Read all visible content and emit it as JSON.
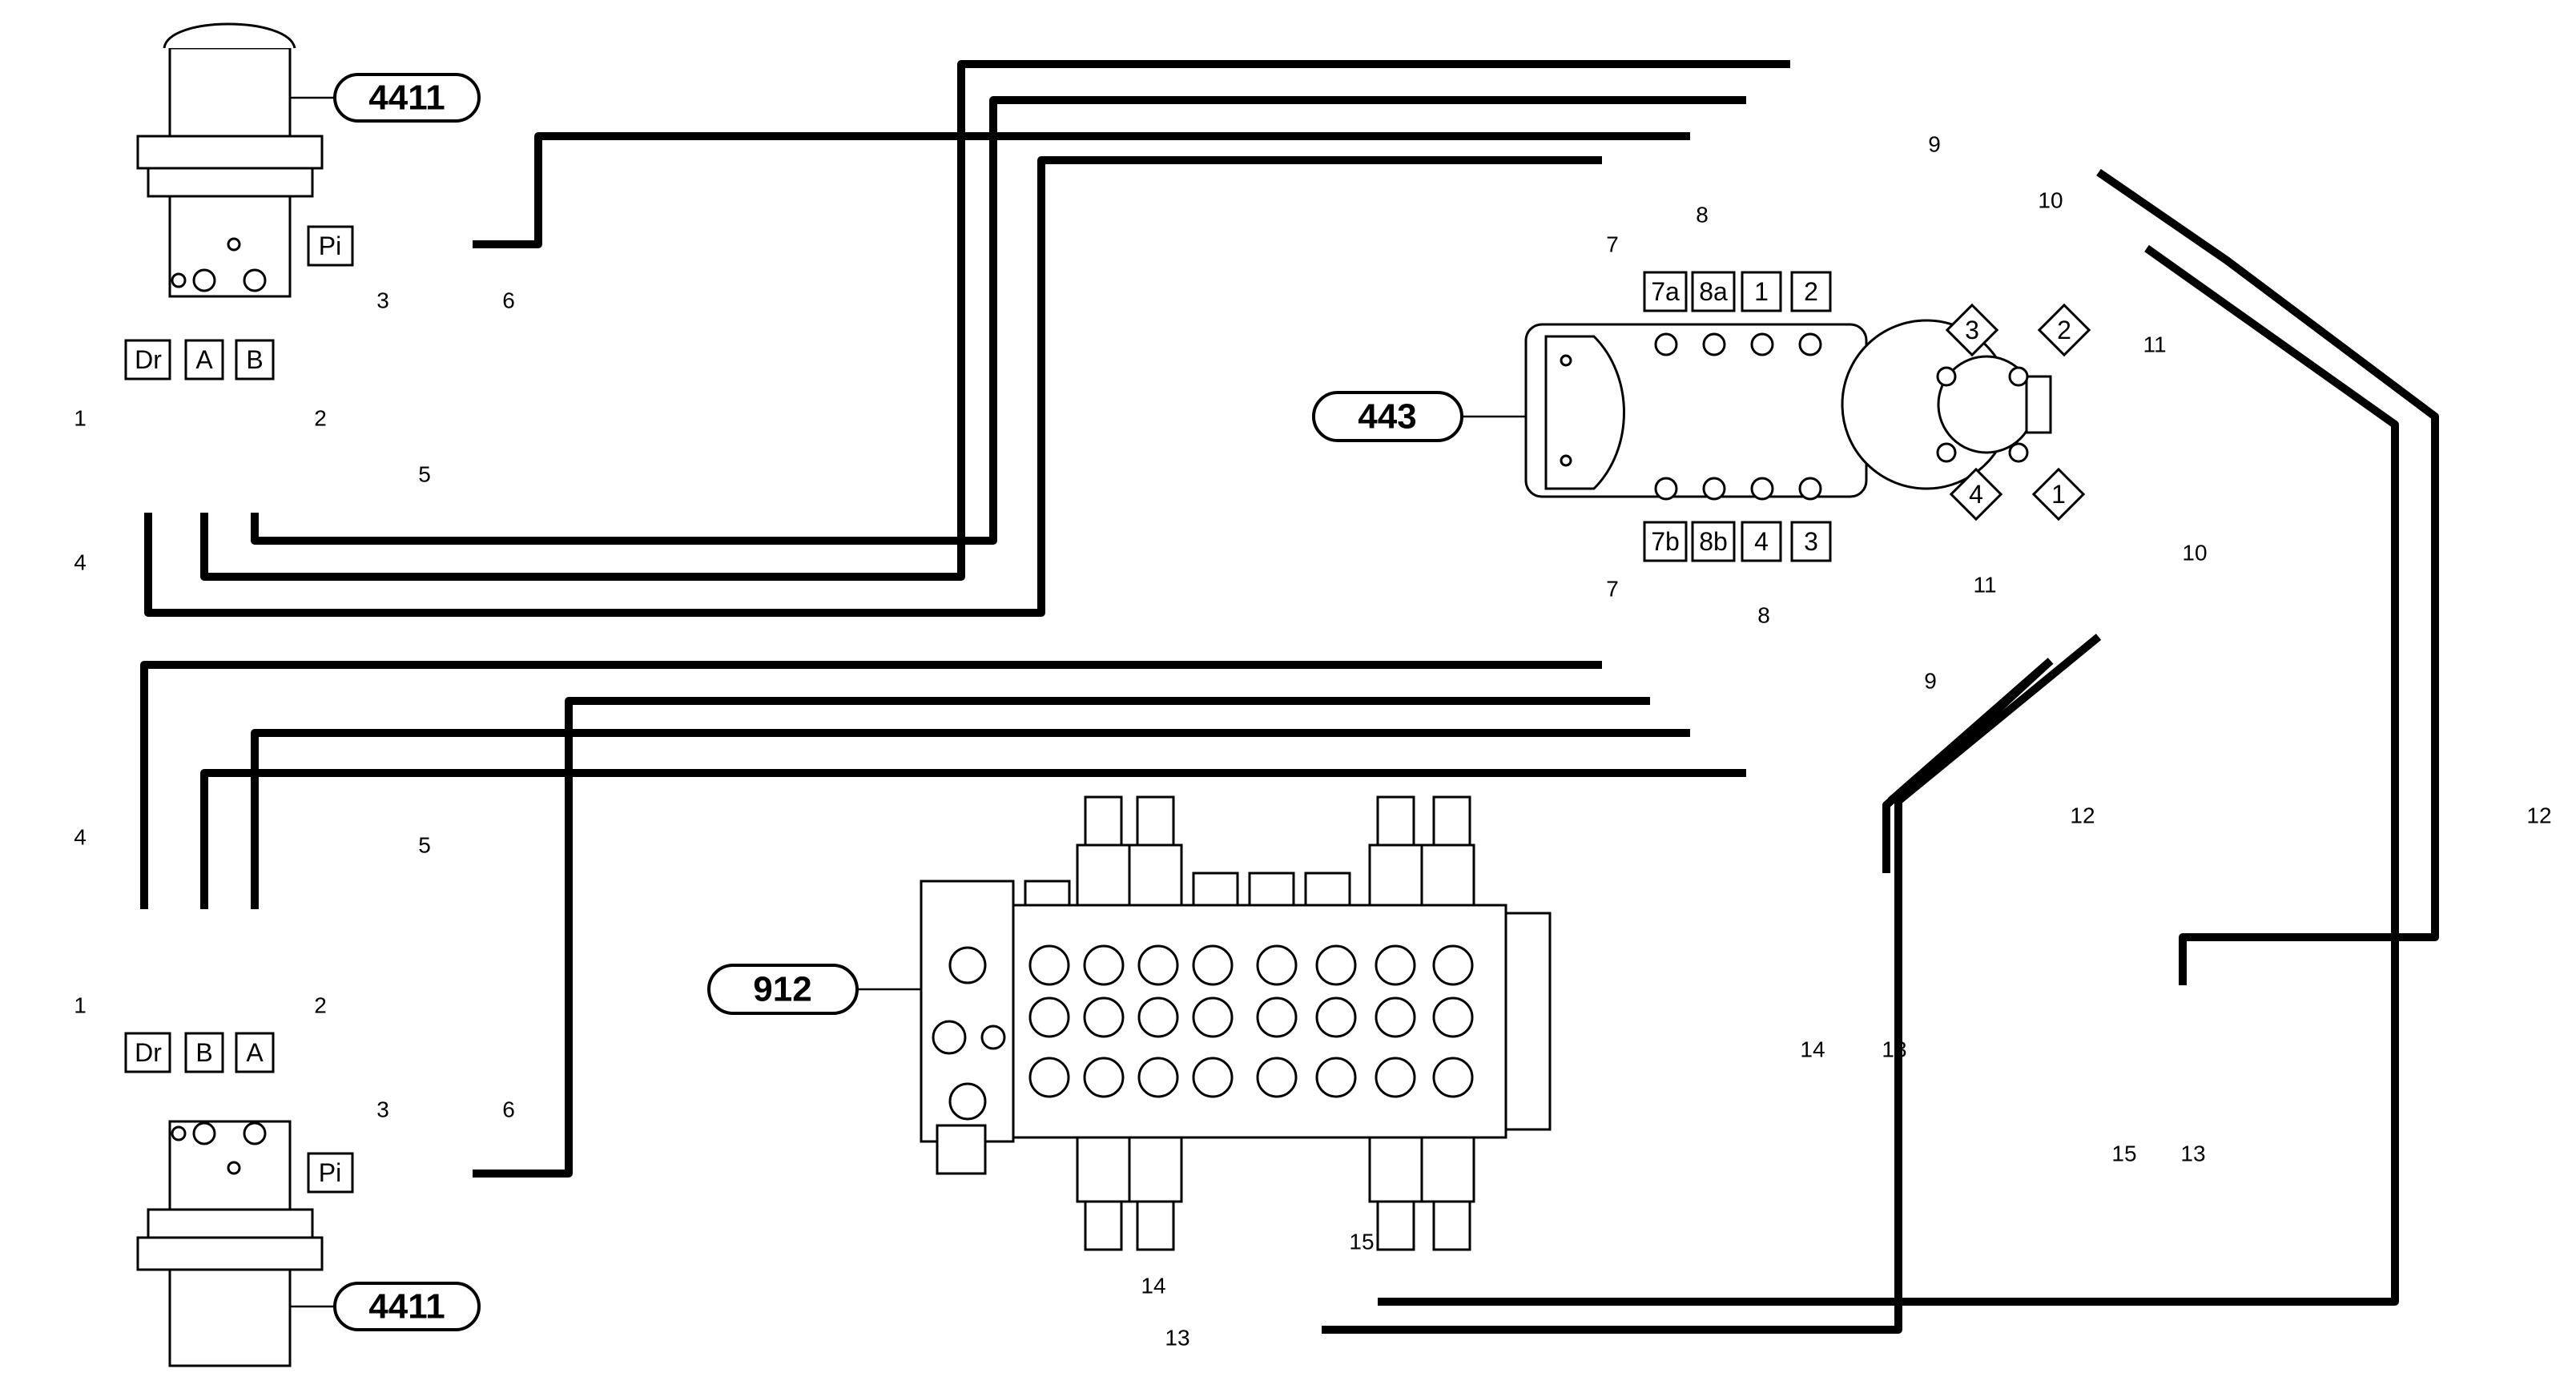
{
  "references": {
    "cyl_top": "4411",
    "cyl_bottom": "4411",
    "swivel": "443",
    "valve": "912"
  },
  "ports": {
    "top_dr": "Dr",
    "top_a": "A",
    "top_b": "B",
    "top_pi": "Pi",
    "bot_dr": "Dr",
    "bot_b": "B",
    "bot_a": "A",
    "bot_pi": "Pi",
    "sw_7a": "7a",
    "sw_8a": "8a",
    "sw_1": "1",
    "sw_2": "2",
    "sw_7b": "7b",
    "sw_8b": "8b",
    "sw_4": "4",
    "sw_3": "3",
    "rot_3": "3",
    "rot_2": "2",
    "rot_4": "4",
    "rot_1": "1"
  },
  "callouts": {
    "t1": "1",
    "t2": "2",
    "t3": "3",
    "t4": "4",
    "t5": "5",
    "t6": "6",
    "b1": "1",
    "b2": "2",
    "b3": "3",
    "b4": "4",
    "b5": "5",
    "b6": "6",
    "s7u": "7",
    "s8u": "8",
    "s9u": "9",
    "s10u": "10",
    "s11u": "11",
    "s7l": "7",
    "s8l": "8",
    "s9l": "9",
    "s10l": "10",
    "s11l": "11",
    "c12a": "12",
    "c12b": "12",
    "c13a": "13",
    "c13b": "13",
    "c13c": "13",
    "c14a": "14",
    "c14b": "14",
    "c15a": "15",
    "c15b": "15"
  }
}
